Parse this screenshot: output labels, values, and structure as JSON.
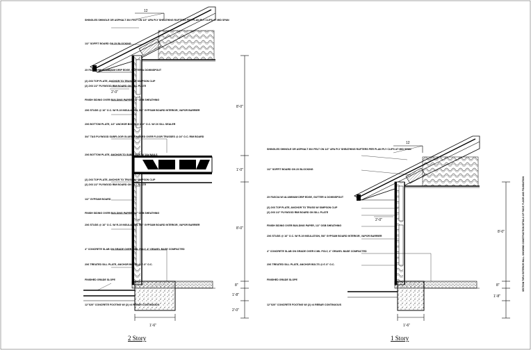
{
  "section_2": {
    "title": "2 Story",
    "notes": [
      "SHINGLES SHINGLE OR ASPHALT 30# FELT ON 1/2\" APA PLY SHEATHING RAFTERS PER PLAN PLY CLIPS AT MID SPAN",
      "1/2\" SOFFIT BOARD ON 2X BLOCKING",
      "2X FASCIA W/ ALUMINUM DRIP EDGE, GUTTER & DOWNSPOUT",
      "(2) 2X6 TOP PLATE, ANCHOR TO TRUSS W/ SIMPSON CLIP",
      "(2) 2X6 1/2\" PLYWOOD RIM BOARD ON SILL PLATE",
      "FINISH SIDING OVER BUILDING PAPER, 1/2\" OSB SHEATHING",
      "2X6 STUDS @ 16\" O.C. W/ R-19 INSULATION, 5/8\" GYPSUM BOARD INTERIOR, VAPOR BARRIER",
      "2X6 BOTTOM PLATE, 1/2\" ANCHOR BOLTS @ 6'-0\" O.C. W/ 2X SILL SEALER",
      "3/4\" T&G PLYWOOD SUBFLOOR GLUED & NAILED OVER FLOOR TRUSSES @ 24\" O.C. RIM BOARD",
      "2X6 BOTTOM PLATE, ANCHOR TO SUBFLOOR W/ 16d NAILS",
      "(2) 2X6 TOP PLATE, ANCHOR TO TRUSS W/ SIMPSON CLIP",
      "(2) 2X6 1/2\" PLYWOOD RIM BOARD ON SILL PLATE",
      "1/2\" GYPSUM BOARD",
      "FINISH SIDING OVER BUILDING PAPER, 1/2\" OSB SHEATHING",
      "2X6 STUDS @ 16\" O.C. W/ R-19 INSULATION, 5/8\" GYPSUM BOARD INTERIOR, VAPOR BARRIER",
      "4\" CONCRETE SLAB ON GRADE OVER 6 MIL POLY, 4\" GRAVEL BASE COMPACTED",
      "2X6 TREATED SILL PLATE, ANCHOR BOLTS @ 6'-0\" O.C.",
      "FINISHED GRADE SLOPE",
      "12\"X20\" CONCRETE FOOTING W/ (2) #4 REBAR CONTINUOUS"
    ],
    "dims": [
      "8'-0\"",
      "8'-0\"",
      "1'-0\"",
      "2'-0\"",
      "8\"",
      "1'-8\"",
      "2'-0\"",
      "1'-6\""
    ],
    "slope": "12"
  },
  "section_1": {
    "title": "1 Story",
    "notes": [
      "SHINGLES SHINGLE OR ASPHALT 30# FELT ON 1/2\" APA PLY SHEATHING RAFTERS PER PLAN PLY CLIPS AT MID SPAN",
      "1/2\" SOFFIT BOARD ON 2X BLOCKING",
      "2X FASCIA W/ ALUMINUM DRIP EDGE, GUTTER & DOWNSPOUT",
      "(2) 2X6 TOP PLATE, ANCHOR TO TRUSS W/ SIMPSON CLIP",
      "(2) 2X6 1/2\" PLYWOOD RIM BOARD ON SILL PLATE",
      "FINISH SIDING OVER BUILDING PAPER, 1/2\" OSB SHEATHING",
      "2X6 STUDS @ 16\" O.C. W/ R-19 INSULATION, 5/8\" GYPSUM BOARD INTERIOR, VAPOR BARRIER",
      "4\" CONCRETE SLAB ON GRADE OVER 6 MIL POLY, 4\" GRAVEL BASE COMPACTED",
      "2X6 TREATED SILL PLATE, ANCHOR BOLTS @ 6'-0\" O.C.",
      "FINISHED GRADE SLOPE",
      "12\"X20\" CONCRETE FOOTING W/ (2) #4 REBAR CONTINUOUS"
    ],
    "dims": [
      "8'-0\"",
      "2'-0\"",
      "8\"",
      "1'-8\"",
      "1'-6\""
    ],
    "slope": "12"
  },
  "side_note": "SECTION THRU EXTERIOR WALL SHOWING CONSTRUCTION DETAILS OF ROOF, FLOOR AND FOUNDATION"
}
